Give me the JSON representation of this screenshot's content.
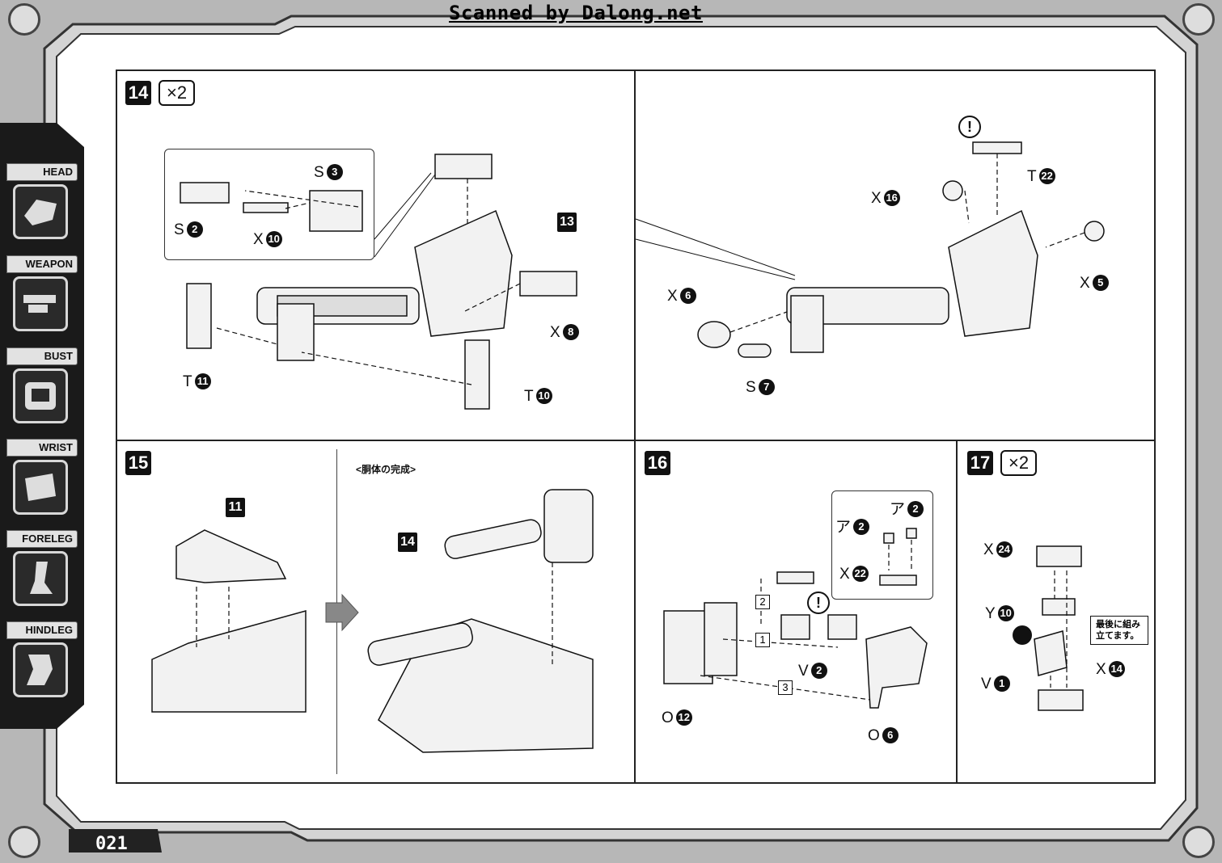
{
  "scan_credit": "Scanned by Dalong.net",
  "page_number": "021",
  "sidebar": {
    "items": [
      {
        "label": "HEAD",
        "icon": "head-icon"
      },
      {
        "label": "WEAPON",
        "icon": "weapon-icon"
      },
      {
        "label": "BUST",
        "icon": "bust-icon"
      },
      {
        "label": "WRIST",
        "icon": "wrist-icon"
      },
      {
        "label": "FORELEG",
        "icon": "foreleg-icon"
      },
      {
        "label": "HINDLEG",
        "icon": "hindleg-icon"
      }
    ]
  },
  "steps": {
    "s14": {
      "number": "14",
      "multiplier": "×2",
      "labels": {
        "s3": {
          "letter": "S",
          "num": "3"
        },
        "s2": {
          "letter": "S",
          "num": "2"
        },
        "x10": {
          "letter": "X",
          "num": "10"
        },
        "t11": {
          "letter": "T",
          "num": "11"
        },
        "x8": {
          "letter": "X",
          "num": "8"
        },
        "t10": {
          "letter": "T",
          "num": "10"
        },
        "tag13": "13",
        "t22": {
          "letter": "T",
          "num": "22"
        },
        "x16": {
          "letter": "X",
          "num": "16"
        },
        "x5": {
          "letter": "X",
          "num": "5"
        },
        "x6": {
          "letter": "X",
          "num": "6"
        },
        "s7": {
          "letter": "S",
          "num": "7"
        }
      }
    },
    "s15": {
      "number": "15",
      "tag11": "11",
      "tag14": "14",
      "caption": "<胴体の完成>"
    },
    "s16": {
      "number": "16",
      "labels": {
        "a2a": {
          "letter": "ア",
          "num": "2"
        },
        "a2b": {
          "letter": "ア",
          "num": "2"
        },
        "x22": {
          "letter": "X",
          "num": "22"
        },
        "v2": {
          "letter": "V",
          "num": "2"
        },
        "o12": {
          "letter": "O",
          "num": "12"
        },
        "o6": {
          "letter": "O",
          "num": "6"
        }
      },
      "order": [
        "1",
        "2",
        "3"
      ]
    },
    "s17": {
      "number": "17",
      "multiplier": "×2",
      "labels": {
        "x24": {
          "letter": "X",
          "num": "24"
        },
        "y10": {
          "letter": "Y",
          "num": "10"
        },
        "v1": {
          "letter": "V",
          "num": "1"
        },
        "x14": {
          "letter": "X",
          "num": "14"
        }
      },
      "note": "最後に組み立てます。"
    }
  }
}
